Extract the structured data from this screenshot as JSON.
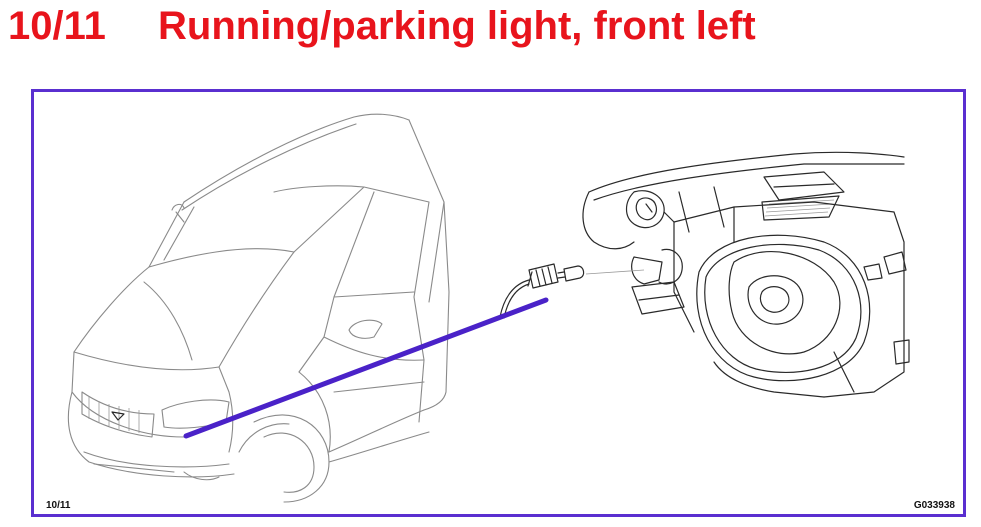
{
  "header": {
    "step": "10/11",
    "title": "Running/parking light, front left"
  },
  "figure": {
    "step_caption": "10/11",
    "figure_id": "G033938",
    "frame_color": "#5a2fd0",
    "pointer_color": "#4a22c8",
    "title_color": "#e8141c"
  }
}
